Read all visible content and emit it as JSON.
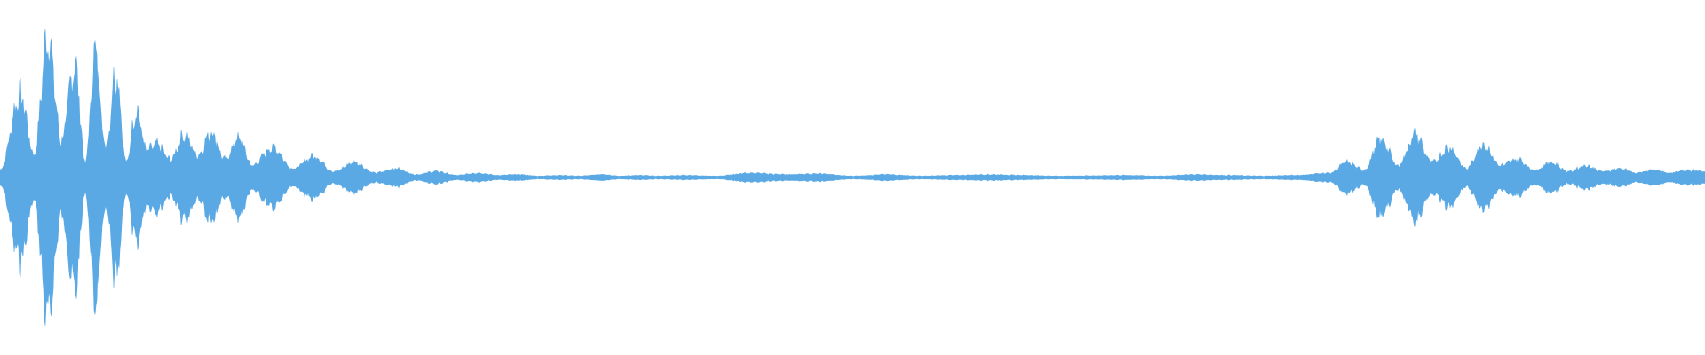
{
  "waveform": {
    "color": "#5aa9e4",
    "background": "#ffffff",
    "style": "mirrored-amplitude",
    "description_of_content": "",
    "envelope": {
      "time": [
        0.0,
        0.012,
        0.02,
        0.028,
        0.036,
        0.044,
        0.05,
        0.056,
        0.062,
        0.068,
        0.074,
        0.08,
        0.086,
        0.092,
        0.1,
        0.108,
        0.116,
        0.124,
        0.132,
        0.14,
        0.148,
        0.16,
        0.172,
        0.184,
        0.196,
        0.208,
        0.22,
        0.232,
        0.244,
        0.256,
        0.268,
        0.28,
        0.292,
        0.304,
        0.316,
        0.328,
        0.34,
        0.352,
        0.364,
        0.376,
        0.388,
        0.4,
        0.42,
        0.44,
        0.46,
        0.48,
        0.5,
        0.52,
        0.54,
        0.56,
        0.58,
        0.6,
        0.62,
        0.64,
        0.66,
        0.68,
        0.7,
        0.72,
        0.74,
        0.76,
        0.78,
        0.79,
        0.8,
        0.81,
        0.82,
        0.83,
        0.84,
        0.85,
        0.86,
        0.87,
        0.88,
        0.89,
        0.9,
        0.91,
        0.92,
        0.93,
        0.94,
        0.95,
        0.96,
        0.97,
        0.98,
        0.99,
        1.0
      ],
      "amplitude": [
        0.05,
        0.55,
        0.15,
        0.95,
        0.25,
        0.75,
        0.1,
        0.82,
        0.2,
        0.7,
        0.1,
        0.45,
        0.18,
        0.22,
        0.12,
        0.28,
        0.15,
        0.3,
        0.12,
        0.26,
        0.08,
        0.2,
        0.06,
        0.14,
        0.04,
        0.1,
        0.03,
        0.06,
        0.02,
        0.04,
        0.015,
        0.03,
        0.015,
        0.02,
        0.01,
        0.015,
        0.01,
        0.02,
        0.01,
        0.015,
        0.01,
        0.015,
        0.01,
        0.03,
        0.02,
        0.025,
        0.01,
        0.02,
        0.01,
        0.015,
        0.02,
        0.015,
        0.01,
        0.012,
        0.015,
        0.01,
        0.02,
        0.015,
        0.01,
        0.015,
        0.03,
        0.1,
        0.05,
        0.25,
        0.08,
        0.28,
        0.1,
        0.2,
        0.06,
        0.22,
        0.08,
        0.12,
        0.05,
        0.1,
        0.04,
        0.08,
        0.04,
        0.06,
        0.03,
        0.05,
        0.03,
        0.05,
        0.04
      ]
    }
  }
}
